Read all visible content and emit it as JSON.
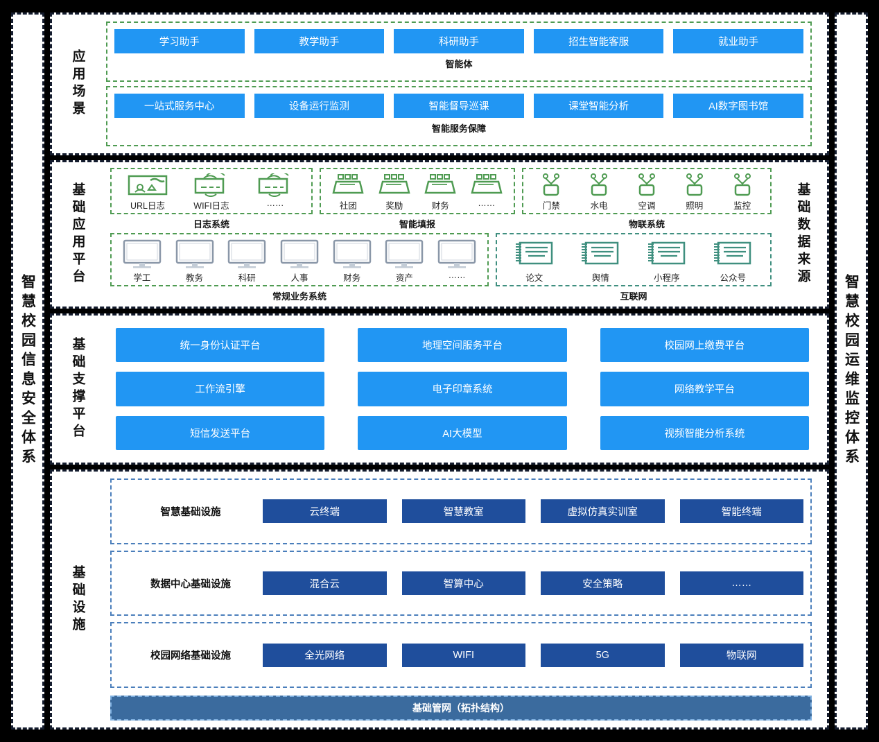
{
  "rails": {
    "left": "智慧校园信息安全体系",
    "right": "智慧校园运维监控体系"
  },
  "colors": {
    "accent_blue": "#2196f3",
    "navy_blue": "#1f4e9c",
    "steel_blue": "#3b6b9e",
    "green_dash": "#4f9b52",
    "teal_dash": "#3f8f7f",
    "blue_dash": "#4a7ebb",
    "frame_dash": "#141c2e",
    "background": "#000000"
  },
  "sections": {
    "application": {
      "label": "应用场景",
      "groups": [
        {
          "caption": "智能体",
          "items": [
            "学习助手",
            "教学助手",
            "科研助手",
            "招生智能客服",
            "就业助手"
          ]
        },
        {
          "caption": "智能服务保障",
          "items": [
            "一站式服务中心",
            "设备运行监测",
            "智能督导巡课",
            "课堂智能分析",
            "AI数字图书馆"
          ]
        }
      ]
    },
    "base_platform": {
      "label": "基础应用平台",
      "right_label": "基础数据来源",
      "groups": [
        {
          "caption": "日志系统",
          "icon": "log-icon",
          "items": [
            "URL日志",
            "WIFI日志",
            "……"
          ]
        },
        {
          "caption": "智能填报",
          "icon": "form-icon",
          "items": [
            "社团",
            "奖励",
            "财务",
            "……"
          ]
        },
        {
          "caption": "物联系统",
          "icon": "sensor-icon",
          "items": [
            "门禁",
            "水电",
            "空调",
            "照明",
            "监控"
          ]
        },
        {
          "caption": "常规业务系统",
          "icon": "monitor-icon",
          "items": [
            "学工",
            "教务",
            "科研",
            "人事",
            "财务",
            "资产",
            "……"
          ]
        },
        {
          "caption": "互联网",
          "icon": "document-icon",
          "items": [
            "论文",
            "舆情",
            "小程序",
            "公众号"
          ]
        }
      ]
    },
    "support_platform": {
      "label": "基础支撑平台",
      "items": [
        "统一身份认证平台",
        "地理空间服务平台",
        "校园网上缴费平台",
        "工作流引擎",
        "电子印章系统",
        "网络教学平台",
        "短信发送平台",
        "AI大模型",
        "视频智能分析系统"
      ]
    },
    "infrastructure": {
      "label": "基础设施",
      "rows": [
        {
          "name": "智慧基础设施",
          "items": [
            "云终端",
            "智慧教室",
            "虚拟仿真实训室",
            "智能终端"
          ]
        },
        {
          "name": "数据中心基础设施",
          "items": [
            "混合云",
            "智算中心",
            "安全策略",
            "……"
          ]
        },
        {
          "name": "校园网络基础设施",
          "items": [
            "全光网络",
            "WIFI",
            "5G",
            "物联网"
          ]
        }
      ],
      "footer": "基础管网（拓扑结构）"
    }
  }
}
